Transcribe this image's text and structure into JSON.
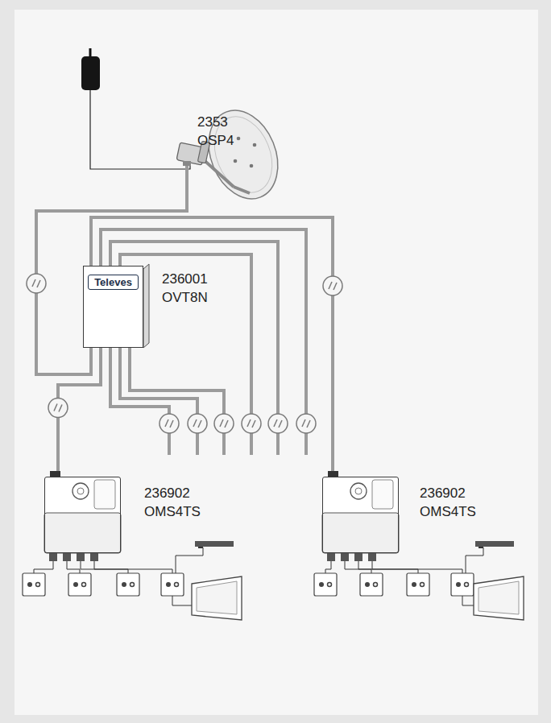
{
  "diagram": {
    "nodes": [
      {
        "text": [
          "236001 OVT8N",
          "Televes"
        ]
      },
      {
        "text": [
          "236902 OMS4TS"
        ]
      },
      {
        "text": [
          "236902 OMS4TS"
        ]
      }
    ],
    "edges": [
      {
        "from": 0,
        "to": 1,
        "arrow": "none"
      },
      {
        "from": 0,
        "to": 2,
        "arrow": "none"
      }
    ],
    "labels": [
      "2353 OSP4"
    ]
  }
}
